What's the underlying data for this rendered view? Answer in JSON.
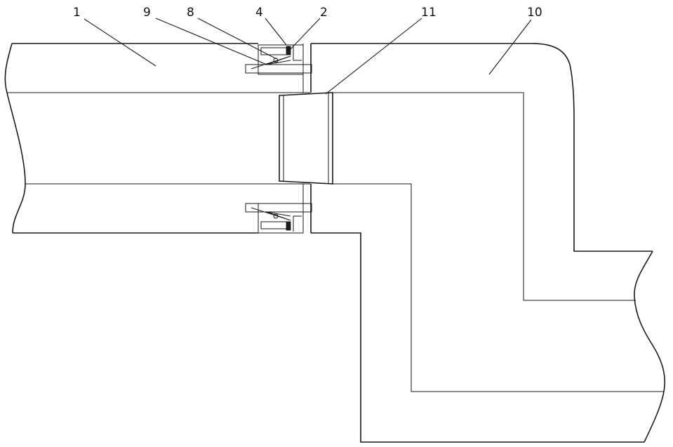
{
  "callouts": {
    "c1": "1",
    "c9": "9",
    "c8": "8",
    "c4": "4",
    "c2": "2",
    "c11": "11",
    "c10": "10"
  },
  "colors": {
    "line": "#1a1a1a",
    "background": "#ffffff"
  }
}
